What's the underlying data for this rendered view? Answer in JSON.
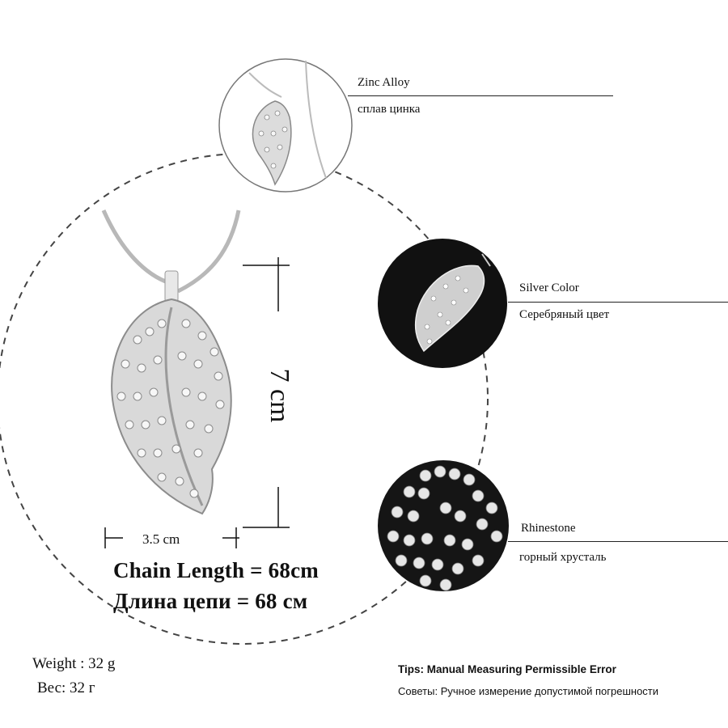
{
  "features": [
    {
      "en": "Zinc Alloy",
      "ru": "сплав цинка"
    },
    {
      "en": "Silver Color",
      "ru": "Серебряный цвет"
    },
    {
      "en": "Rhinestone",
      "ru": "горный хрусталь"
    }
  ],
  "dimensions": {
    "height": "7 cm",
    "width": "3.5 cm"
  },
  "chain": {
    "en": "Chain Length = 68cm",
    "ru": "Длина цепи = 68 см"
  },
  "weight": {
    "en": "Weight : 32 g",
    "ru": "Вес: 32 г"
  },
  "tips": {
    "en": "Tips: Manual Measuring Permissible Error",
    "ru": "Советы: Ручное измерение допустимой погрешности"
  }
}
